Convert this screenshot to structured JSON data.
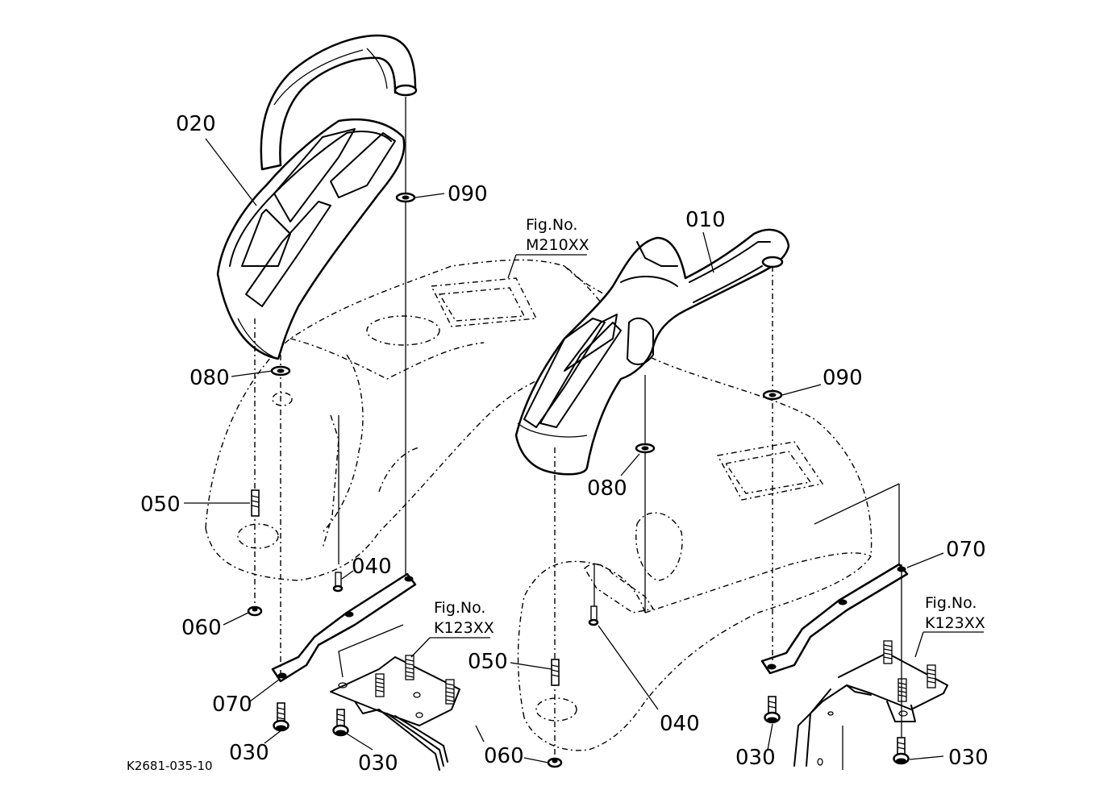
{
  "labels": {
    "p010": "010",
    "p020": "020",
    "p030a": "030",
    "p030b": "030",
    "p030c": "030",
    "p030d": "030",
    "p040a": "040",
    "p040b": "040",
    "p050a": "050",
    "p050b": "050",
    "p060a": "060",
    "p060b": "060",
    "p070a": "070",
    "p070b": "070",
    "p080a": "080",
    "p080b": "080",
    "p090a": "090",
    "p090b": "090"
  },
  "refs": {
    "ref1_line1": "Fig.No.",
    "ref1_line2": "M210XX",
    "ref2_line1": "Fig.No.",
    "ref2_line2": "K123XX",
    "ref3_line1": "Fig.No.",
    "ref3_line2": "K123XX"
  },
  "drawing_code": "K2681-035-10"
}
